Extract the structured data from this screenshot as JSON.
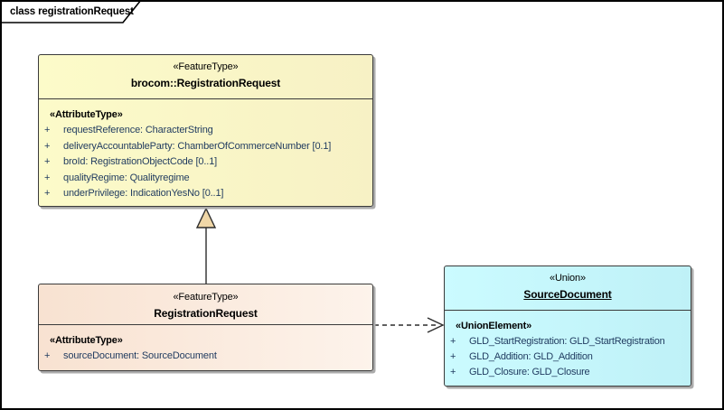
{
  "frame": {
    "label": "class registrationRequest"
  },
  "colors": {
    "yellow_fill_left": "#FCFBC9",
    "yellow_fill_right": "#F7F1C5",
    "peach_fill_left": "#F8E2D1",
    "peach_fill_right": "#FDF3EB",
    "cyan_fill_left": "#CBFBFF",
    "cyan_fill_right": "#BFF1F7",
    "box_border": "#3A3A3A",
    "attribute_text": "#1F3A5F",
    "generalization_triangle_fill": "#F0D7A7",
    "shadow": "#ABABAB"
  },
  "classes": {
    "brocom_registration_request": {
      "stereotype": "«FeatureType»",
      "name": "brocom::RegistrationRequest",
      "section_stereotype": "«AttributeType»",
      "attributes": [
        {
          "vis": "+",
          "text": "requestReference: CharacterString"
        },
        {
          "vis": "+",
          "text": "deliveryAccountableParty: ChamberOfCommerceNumber [0.1]"
        },
        {
          "vis": "+",
          "text": "broId: RegistrationObjectCode [0..1]"
        },
        {
          "vis": "+",
          "text": "qualityRegime: Qualityregime"
        },
        {
          "vis": "+",
          "text": "underPrivilege: IndicationYesNo [0..1]"
        }
      ]
    },
    "registration_request": {
      "stereotype": "«FeatureType»",
      "name": "RegistrationRequest",
      "section_stereotype": "«AttributeType»",
      "attributes": [
        {
          "vis": "+",
          "text": "sourceDocument: SourceDocument"
        }
      ]
    },
    "source_document": {
      "stereotype": "«Union»",
      "name": "SourceDocument",
      "section_stereotype": "«UnionElement»",
      "attributes": [
        {
          "vis": "+",
          "text": "GLD_StartRegistration: GLD_StartRegistration"
        },
        {
          "vis": "+",
          "text": "GLD_Addition: GLD_Addition"
        },
        {
          "vis": "+",
          "text": "GLD_Closure: GLD_Closure"
        }
      ]
    }
  },
  "relations": {
    "generalization": {
      "type": "generalization",
      "from": "RegistrationRequest",
      "to": "brocom::RegistrationRequest"
    },
    "dependency": {
      "type": "dependency",
      "from": "RegistrationRequest",
      "to": "SourceDocument"
    }
  }
}
